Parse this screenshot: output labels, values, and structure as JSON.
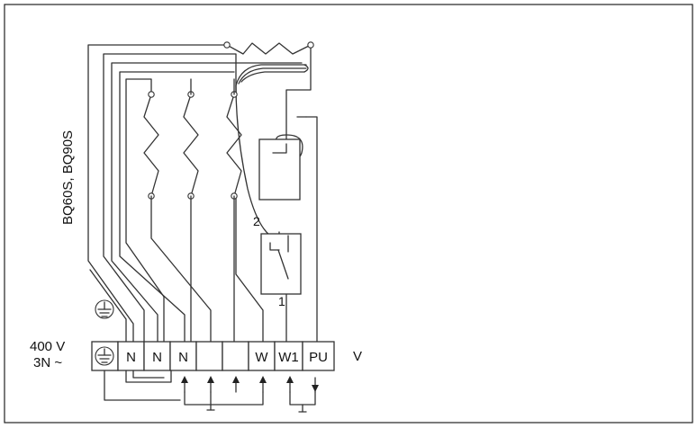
{
  "models": "BQ60S, BQ90S",
  "supply": {
    "voltage": "400 V",
    "phase": "3N ~"
  },
  "terminals": [
    "",
    "N",
    "N",
    "N",
    "",
    "",
    "W",
    "W1",
    "PU"
  ],
  "extra_label": "V",
  "switch_labels": {
    "upper": "2",
    "lower": "1"
  },
  "icons": {
    "earth_standalone": "ground-symbol-icon",
    "earth_terminal": "ground-symbol-icon"
  }
}
